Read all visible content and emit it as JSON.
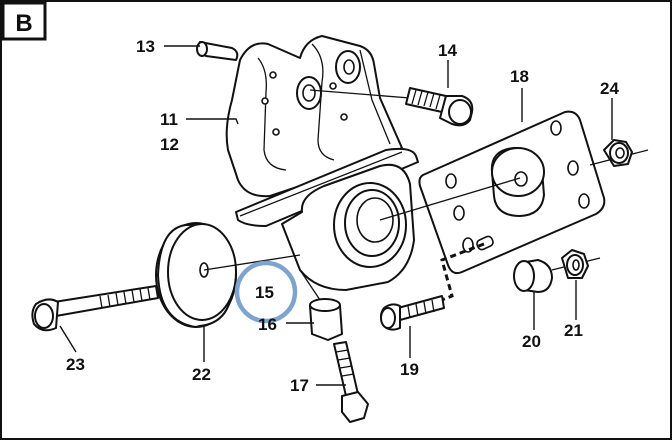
{
  "section_label": "B",
  "highlight_color": "#7ea3cf",
  "line_color": "#111111",
  "callouts": {
    "c11": "11",
    "c12": "12",
    "c13": "13",
    "c14": "14",
    "c15": "15",
    "c16": "16",
    "c17": "17",
    "c18": "18",
    "c19": "19",
    "c20": "20",
    "c21": "21",
    "c22": "22",
    "c23": "23",
    "c24": "24"
  }
}
